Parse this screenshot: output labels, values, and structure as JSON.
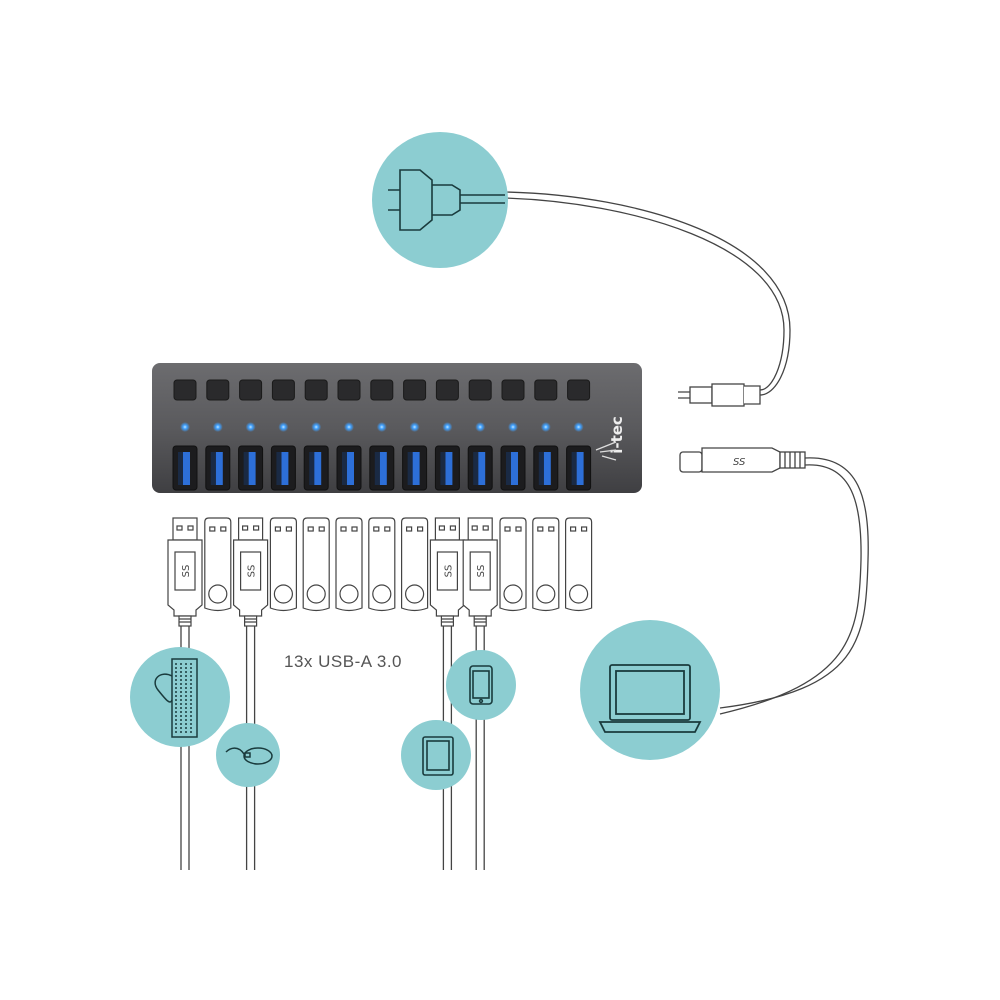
{
  "hub": {
    "brand": "i-tec",
    "port_count": 13,
    "body_color": "#5b5b5e",
    "led_color": "#3fa0ff",
    "port_color": "#2d6fd8"
  },
  "caption": "13x USB-A 3.0",
  "accent_color": "#8ccdd1",
  "plugged_ports": [
    0,
    2,
    8,
    9
  ],
  "devices": [
    {
      "name": "power-adapter",
      "icon": "power-plug-icon"
    },
    {
      "name": "laptop",
      "icon": "laptop-icon"
    },
    {
      "name": "keyboard",
      "icon": "keyboard-icon"
    },
    {
      "name": "mouse",
      "icon": "mouse-icon"
    },
    {
      "name": "tablet",
      "icon": "tablet-icon"
    },
    {
      "name": "smartphone",
      "icon": "smartphone-icon"
    }
  ]
}
